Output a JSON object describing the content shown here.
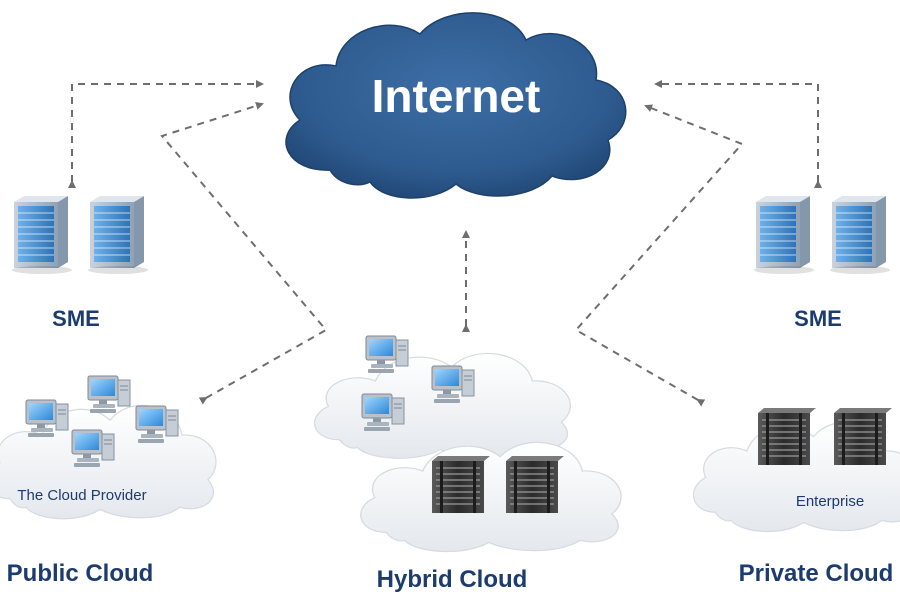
{
  "internet": {
    "label": "Internet"
  },
  "sme_left": {
    "label": "SME"
  },
  "sme_right": {
    "label": "SME"
  },
  "public_cloud": {
    "title": "Public Cloud",
    "inner_label": "The Cloud Provider"
  },
  "hybrid_cloud": {
    "title": "Hybrid Cloud"
  },
  "private_cloud": {
    "title": "Private Cloud",
    "inner_label": "Enterprise"
  },
  "colors": {
    "internet_cloud": "#2e5b8f",
    "label_text": "#1c3b6e",
    "connector": "#6e6e6e",
    "server_blue": "#3f84c6",
    "server_dark": "#2f2f2f",
    "client_cloud": "#eef1f4"
  },
  "icons": [
    "internet-cloud",
    "blue-server-rack",
    "dark-server-rack",
    "desktop-computer",
    "dashed-arrow"
  ]
}
